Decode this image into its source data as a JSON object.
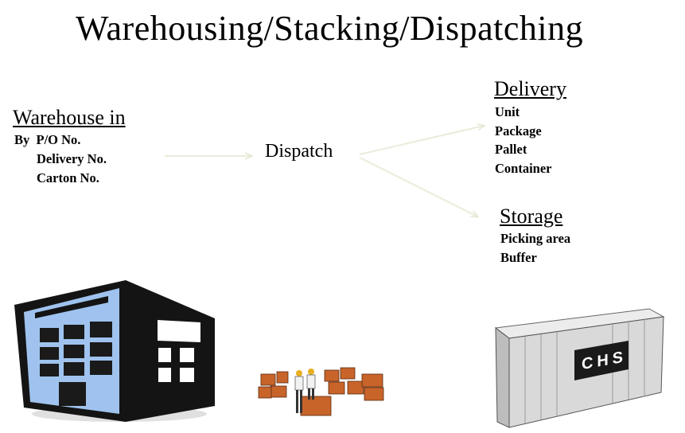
{
  "title": "Warehousing/Stacking/Dispatching",
  "warehouse_in": {
    "heading": "Warehouse in",
    "lines": [
      "By  P/O No.",
      "Delivery No.",
      "Carton No."
    ]
  },
  "dispatch": {
    "label": "Dispatch"
  },
  "delivery": {
    "heading": "Delivery",
    "items": [
      "Unit",
      "Package",
      "Pallet",
      "Container"
    ]
  },
  "storage": {
    "heading": "Storage",
    "items": [
      "Picking area",
      "Buffer"
    ]
  },
  "container_logo": "CHS",
  "colors": {
    "arrow": "#ebebdc",
    "building_face": "#9fc3ee",
    "building_dark": "#141414",
    "box": "#c8642a",
    "container": "#d9d9d9"
  },
  "icons": [
    "warehouse-building-icon",
    "workers-boxes-icon",
    "shipping-container-icon"
  ]
}
